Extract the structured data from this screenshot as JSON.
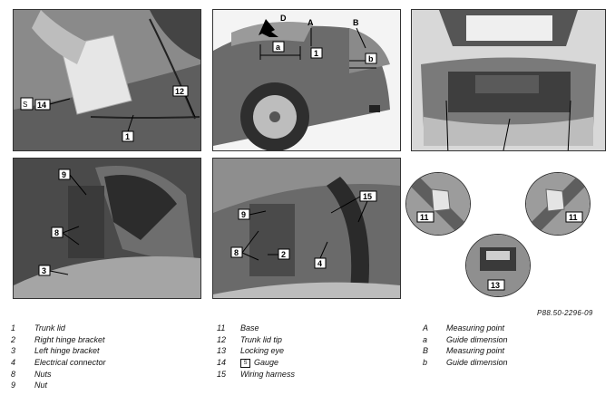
{
  "callouts": {
    "p1": [
      "14",
      "12",
      "1"
    ],
    "p2": [
      "D",
      "A",
      "B",
      "a",
      "1",
      "b"
    ],
    "p4": [
      "9",
      "8",
      "3"
    ],
    "p5": [
      "9",
      "15",
      "8",
      "2",
      "4"
    ],
    "d1": "11",
    "d2": "11",
    "d3": "13"
  },
  "reference": "P88.50-2296-09",
  "legend": {
    "col1": [
      {
        "num": "1",
        "label": "Trunk lid"
      },
      {
        "num": "2",
        "label": "Right hinge bracket"
      },
      {
        "num": "3",
        "label": "Left hinge bracket"
      },
      {
        "num": "4",
        "label": "Electrical connector"
      },
      {
        "num": "8",
        "label": "Nuts"
      },
      {
        "num": "9",
        "label": "Nut"
      }
    ],
    "col2": [
      {
        "num": "11",
        "label": "Base"
      },
      {
        "num": "12",
        "label": "Trunk lid tip"
      },
      {
        "num": "13",
        "label": "Locking eye"
      },
      {
        "num": "14",
        "label": "Gauge",
        "icon": "gauge-icon"
      },
      {
        "num": "15",
        "label": "Wiring harness"
      }
    ],
    "col3": [
      {
        "num": "A",
        "label": "Measuring point"
      },
      {
        "num": "a",
        "label": "Guide dimension"
      },
      {
        "num": "B",
        "label": "Measuring point"
      },
      {
        "num": "b",
        "label": "Guide dimension"
      }
    ]
  }
}
